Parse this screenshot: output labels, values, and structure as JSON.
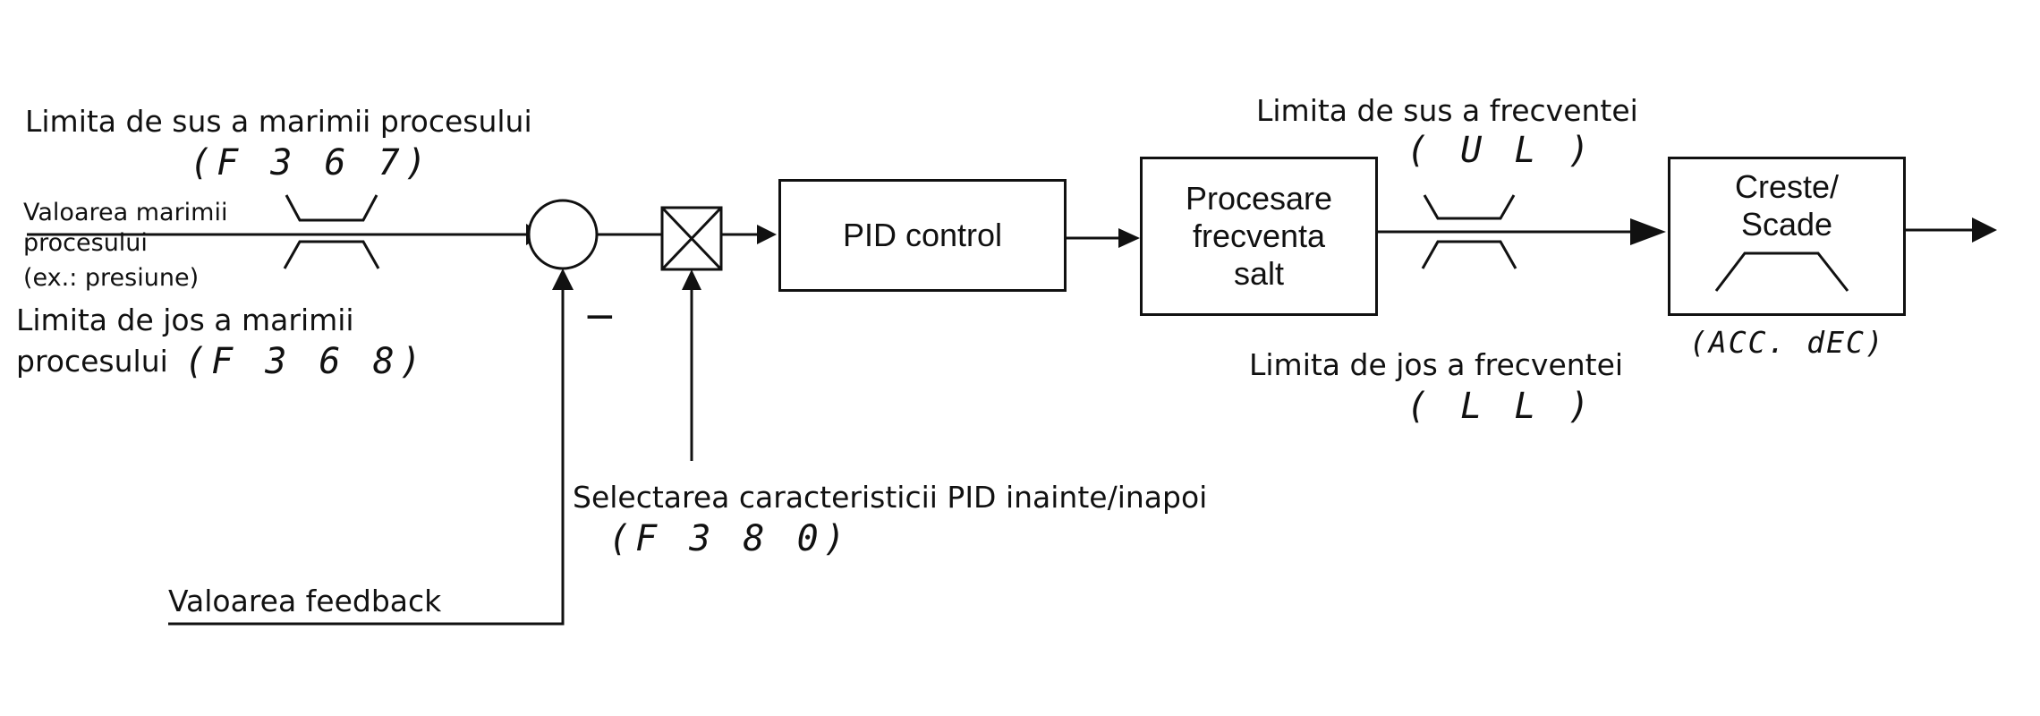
{
  "labels": {
    "process_upper_limit": "Limita de sus a marimii procesului",
    "process_upper_code": "(F 3 6 7)",
    "process_value_line1": "Valoarea marimii",
    "process_value_line2": "procesului",
    "process_value_line3": "(ex.: presiune)",
    "process_lower_line1": "Limita de jos a marimii",
    "process_lower_line2": "procesului",
    "process_lower_code": "(F 3 6 8)",
    "minus_sign": "−",
    "pid_select": "Selectarea caracteristicii PID inainte/inapoi",
    "pid_select_code": "(F 3 8 0)",
    "feedback": "Valoarea feedback",
    "freq_upper": "Limita de sus a frecventei",
    "freq_upper_code": "( U L )",
    "freq_lower": "Limita de jos a frecventei",
    "freq_lower_code": "( L L )",
    "acc_dec_code": "(ACC. dEC)"
  },
  "blocks": {
    "pid_control": "PID control",
    "jump_line1": "Procesare",
    "jump_line2": "frecventa",
    "jump_line3": "salt",
    "ramp_line1": "Creste/",
    "ramp_line2": "Scade"
  }
}
